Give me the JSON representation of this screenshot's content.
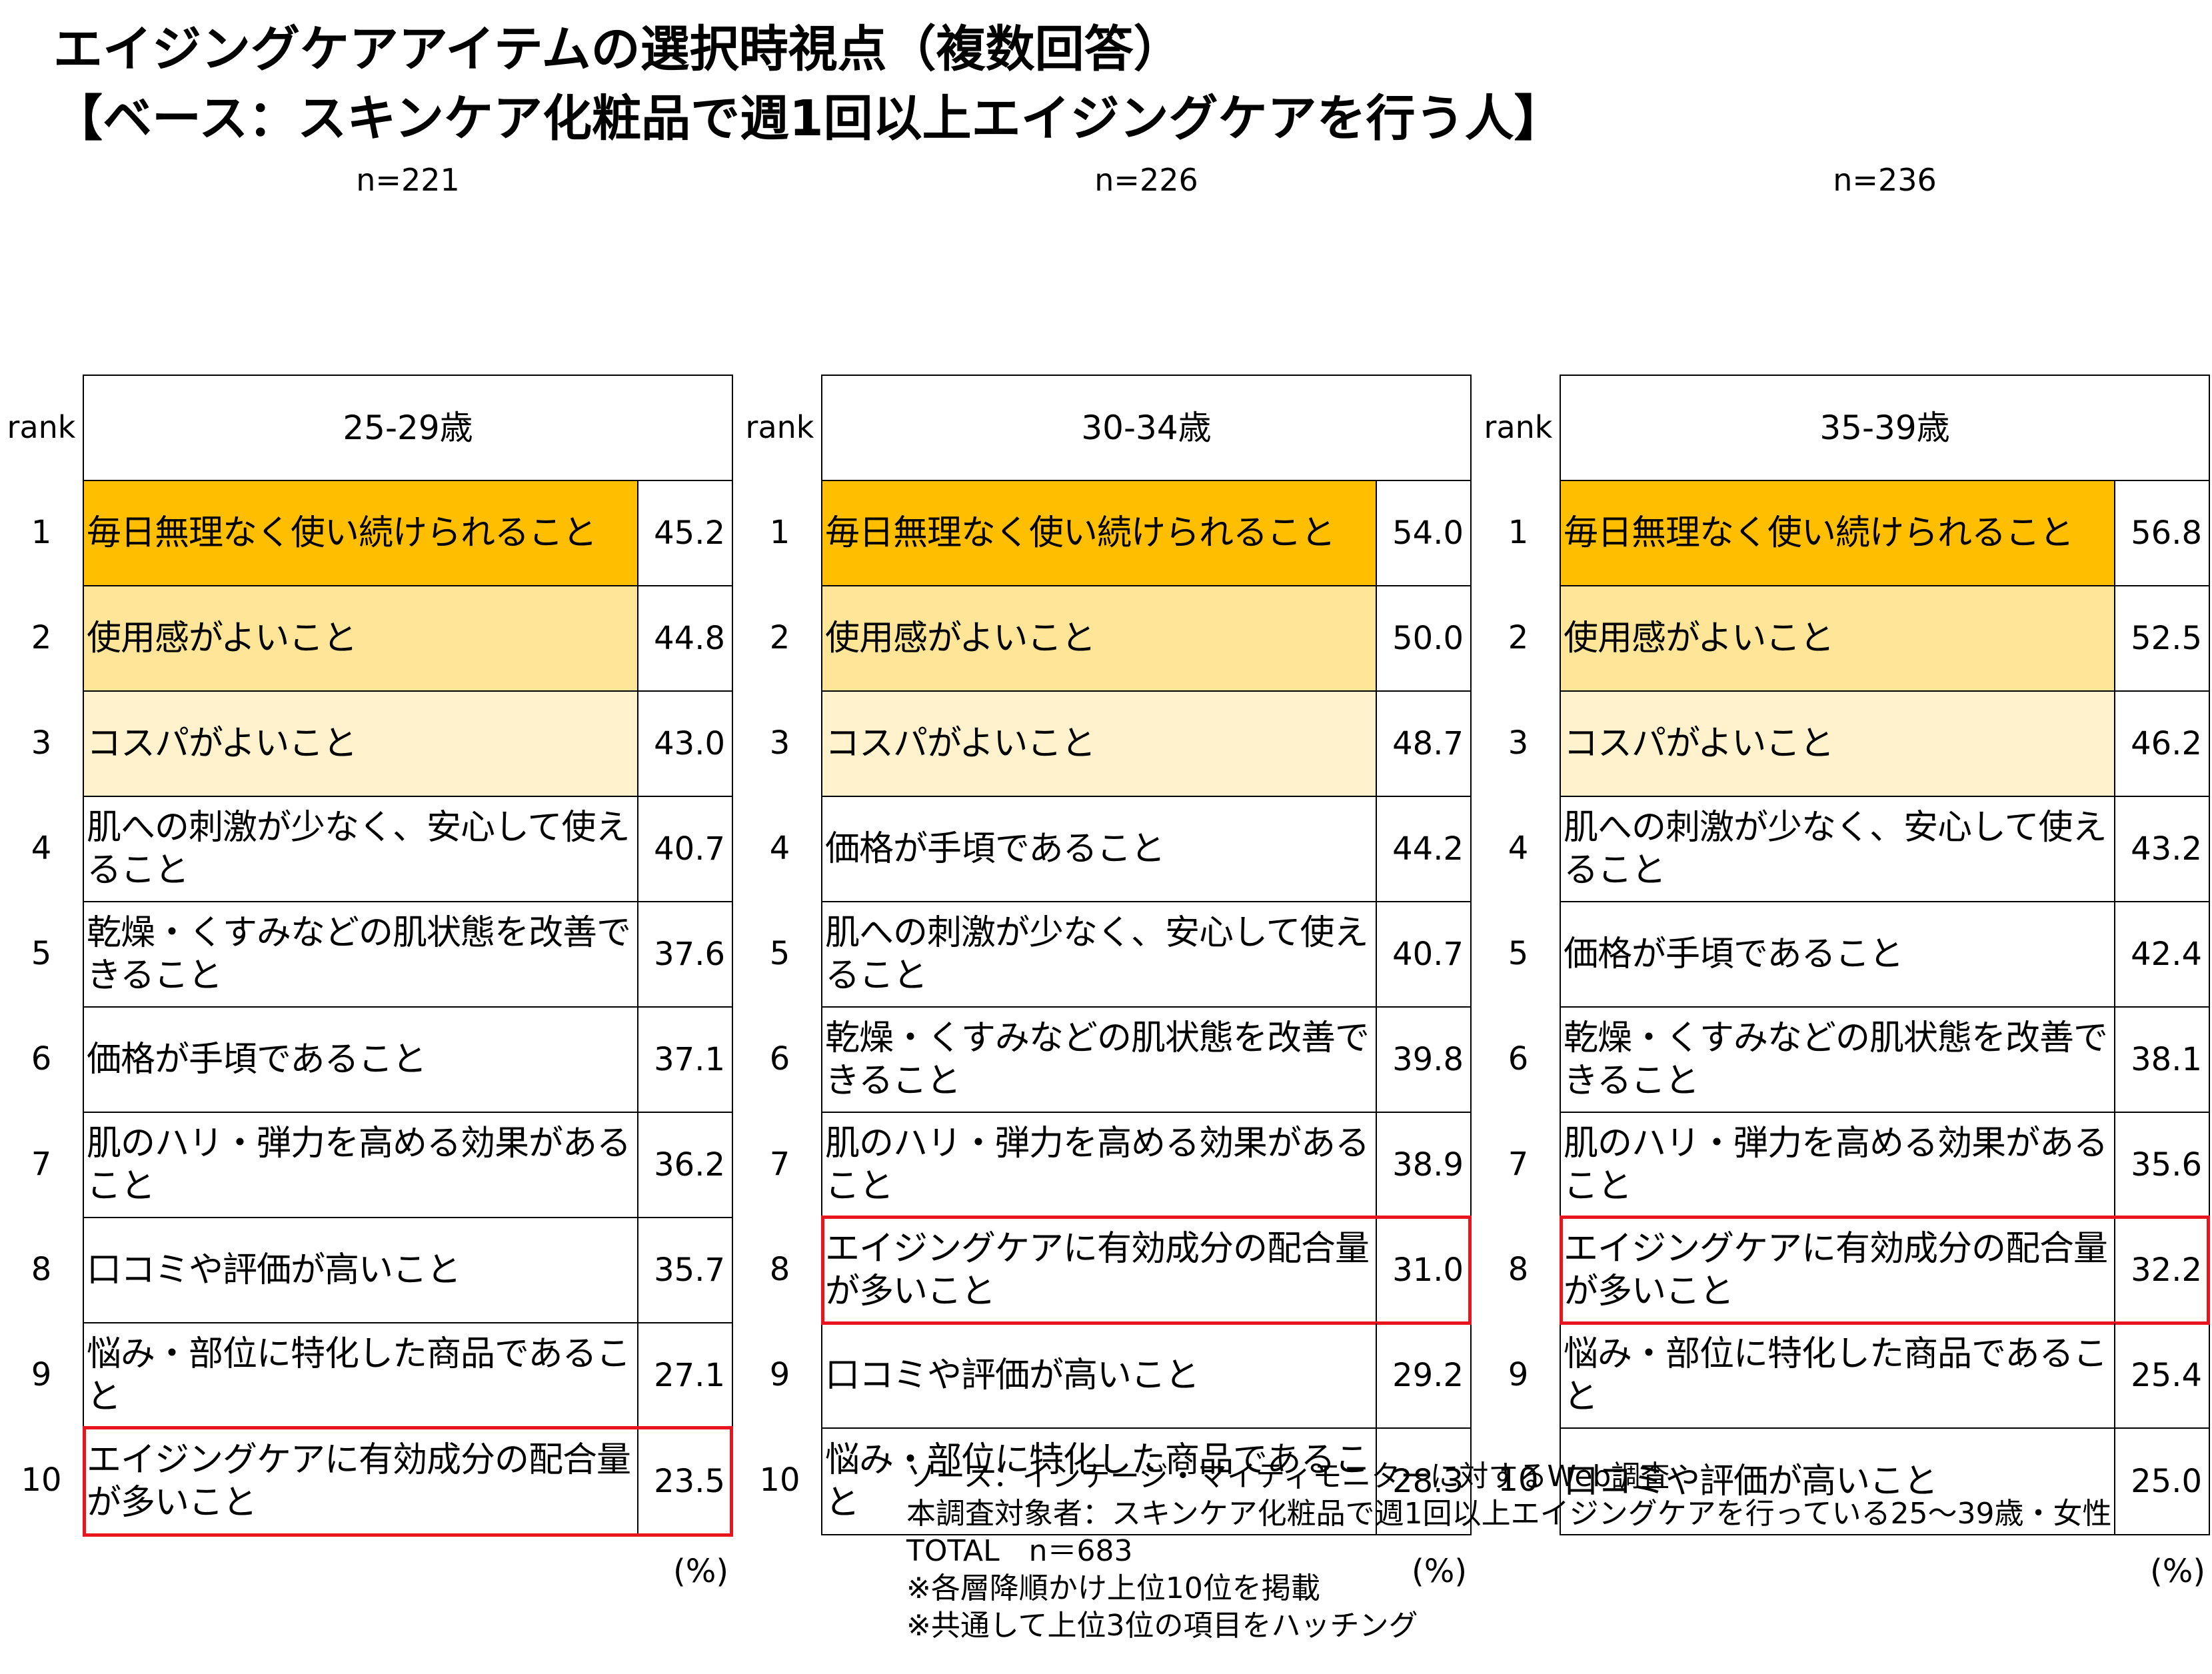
{
  "title_line1": "エイジングケアアイテムの選択時視点（複数回答）",
  "title_line2": "【ベース：スキンケア化粧品で週1回以上エイジングケアを行う人】",
  "rank_header": "rank",
  "percent_unit": "(%)",
  "colors": {
    "rank1": "#ffbf00",
    "rank2": "#ffe597",
    "rank3": "#fff2cc",
    "highlight_border": "#e8141e"
  },
  "chart_data": [
    {
      "type": "table",
      "n": "n=221",
      "group": "25-29歳",
      "ranks": [
        "1",
        "2",
        "3",
        "4",
        "5",
        "6",
        "7",
        "8",
        "9",
        "10"
      ],
      "items": [
        "毎日無理なく使い続けられること",
        "使用感がよいこと",
        "コスパがよいこと",
        "肌への刺激が少なく、安心して使えること",
        "乾燥・くすみなどの肌状態を改善できること",
        "価格が手頃であること",
        "肌のハリ・弾力を高める効果があること",
        "口コミや評価が高いこと",
        "悩み・部位に特化した商品であること",
        "エイジングケアに有効成分の配合量が多いこと"
      ],
      "values": [
        "45.2",
        "44.8",
        "43.0",
        "40.7",
        "37.6",
        "37.1",
        "36.2",
        "35.7",
        "27.1",
        "23.5"
      ],
      "highlighted_rank": 10
    },
    {
      "type": "table",
      "n": "n=226",
      "group": "30-34歳",
      "ranks": [
        "1",
        "2",
        "3",
        "4",
        "5",
        "6",
        "7",
        "8",
        "9",
        "10"
      ],
      "items": [
        "毎日無理なく使い続けられること",
        "使用感がよいこと",
        "コスパがよいこと",
        "価格が手頃であること",
        "肌への刺激が少なく、安心して使えること",
        "乾燥・くすみなどの肌状態を改善できること",
        "肌のハリ・弾力を高める効果があること",
        "エイジングケアに有効成分の配合量が多いこと",
        "口コミや評価が高いこと",
        "悩み・部位に特化した商品であること"
      ],
      "values": [
        "54.0",
        "50.0",
        "48.7",
        "44.2",
        "40.7",
        "39.8",
        "38.9",
        "31.0",
        "29.2",
        "28.3"
      ],
      "highlighted_rank": 8
    },
    {
      "type": "table",
      "n": "n=236",
      "group": "35-39歳",
      "ranks": [
        "1",
        "2",
        "3",
        "4",
        "5",
        "6",
        "7",
        "8",
        "9",
        "10"
      ],
      "items": [
        "毎日無理なく使い続けられること",
        "使用感がよいこと",
        "コスパがよいこと",
        "肌への刺激が少なく、安心して使えること",
        "価格が手頃であること",
        "乾燥・くすみなどの肌状態を改善できること",
        "肌のハリ・弾力を高める効果があること",
        "エイジングケアに有効成分の配合量が多いこと",
        "悩み・部位に特化した商品であること",
        "口コミや評価が高いこと"
      ],
      "values": [
        "56.8",
        "52.5",
        "46.2",
        "43.2",
        "42.4",
        "38.1",
        "35.6",
        "32.2",
        "25.4",
        "25.0"
      ],
      "highlighted_rank": 8
    }
  ],
  "notes": [
    "ソース：インテージ・マイティモニターに対するWeb調査",
    "本調査対象者：スキンケア化粧品で週1回以上エイジングケアを行っている25～39歳・女性",
    "TOTAL　n＝683",
    "※各層降順かけ上位10位を掲載",
    "※共通して上位3位の項目をハッチング"
  ]
}
